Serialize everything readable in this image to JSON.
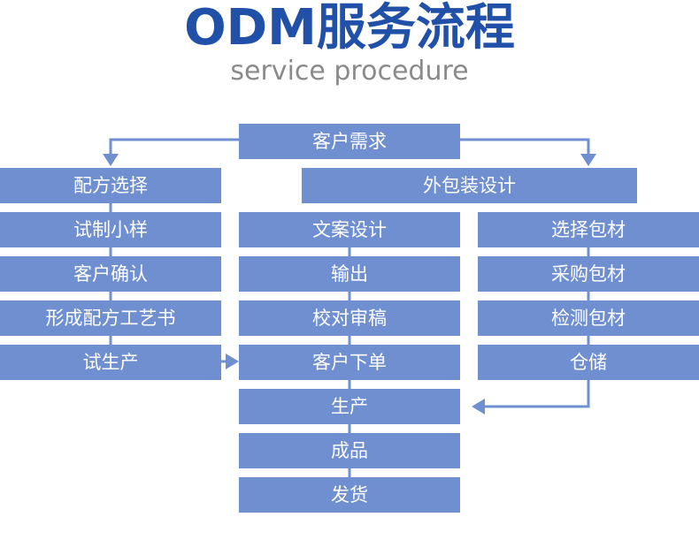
{
  "title": "ODM服务流程",
  "subtitle": "service procedure",
  "nodes": {
    "top": "客户需求",
    "left": [
      "配方选择",
      "试制小样",
      "客户确认",
      "形成配方工艺书",
      "试生产"
    ],
    "packaging": "外包装设计",
    "middle": [
      "文案设计",
      "输出",
      "校对审稿",
      "客户下单",
      "生产",
      "成品",
      "发货"
    ],
    "right": [
      "选择包材",
      "采购包材",
      "检测包材",
      "仓储"
    ]
  },
  "colors": {
    "title": "#2050a8",
    "subtitle": "#8a8a8a",
    "box": "#6f8fd0",
    "box_text": "#ffffff",
    "connector": "#6f8fd0"
  }
}
